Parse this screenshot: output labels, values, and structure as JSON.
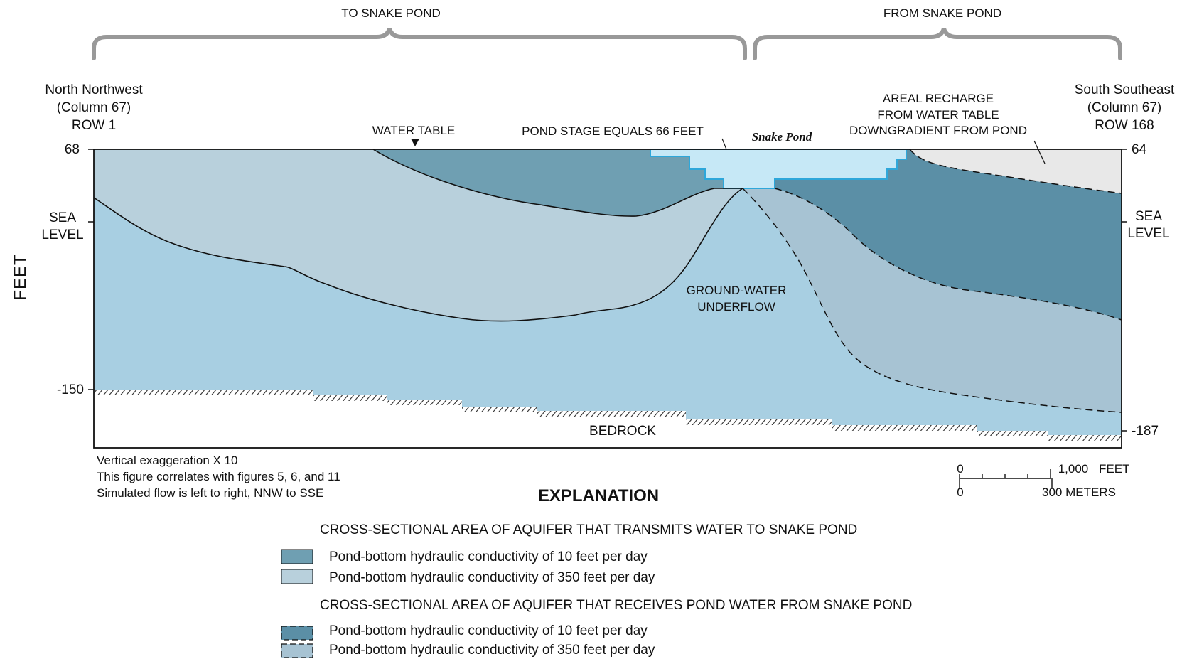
{
  "brackets": {
    "to_snake_pond": "TO SNAKE POND",
    "from_snake_pond": "FROM SNAKE POND"
  },
  "left_end": {
    "line1": "North Northwest",
    "line2": "(Column 67)",
    "line3": "ROW 1"
  },
  "right_end": {
    "line1": "South Southeast",
    "line2": "(Column 67)",
    "line3": "ROW 168"
  },
  "left_axis": {
    "top_value": "68",
    "sea_level_line1": "SEA",
    "sea_level_line2": "LEVEL",
    "bottom_value": "-150",
    "axis_title": "FEET"
  },
  "right_axis": {
    "top_value": "64",
    "sea_level_line1": "SEA",
    "sea_level_line2": "LEVEL",
    "bottom_value": "-187"
  },
  "annotations": {
    "water_table": "WATER TABLE",
    "pond_stage": "POND STAGE EQUALS 66 FEET",
    "snake_pond": "Snake Pond",
    "areal_recharge_1": "AREAL RECHARGE",
    "areal_recharge_2": "FROM WATER TABLE",
    "areal_recharge_3": "DOWNGRADIENT FROM POND",
    "underflow_1": "GROUND-WATER",
    "underflow_2": "UNDERFLOW",
    "bedrock": "BEDROCK"
  },
  "notes": [
    "Vertical exaggeration X 10",
    "This figure correlates with figures 5, 6, and 11",
    "Simulated flow is left to right, NNW to SSE"
  ],
  "scale_bar": {
    "feet_zero": "0",
    "feet_value": "1,000",
    "feet_unit": "FEET",
    "meters_zero": "0",
    "meters_value": "300 METERS"
  },
  "explanation": {
    "title": "EXPLANATION",
    "section1_title": "CROSS-SECTIONAL AREA OF AQUIFER THAT TRANSMITS WATER TO SNAKE POND",
    "section1_items": [
      "Pond-bottom hydraulic conductivity of 10 feet per day",
      "Pond-bottom hydraulic conductivity of 350 feet per day"
    ],
    "section2_title": "CROSS-SECTIONAL AREA OF AQUIFER THAT RECEIVES POND WATER FROM SNAKE POND",
    "section2_items": [
      "Pond-bottom hydraulic conductivity of 10 feet per day",
      "Pond-bottom hydraulic conductivity of 350 feet per day"
    ]
  },
  "colors": {
    "to_pond_k10": "#6f9fb2",
    "to_pond_k350": "#b8d0dc",
    "from_pond_k10": "#5b8fa6",
    "from_pond_k350": "#a7c3d3",
    "underflow": "#a8cfe2",
    "pond": "#c6e8f6",
    "recharge_area": "#e8e8e8"
  }
}
